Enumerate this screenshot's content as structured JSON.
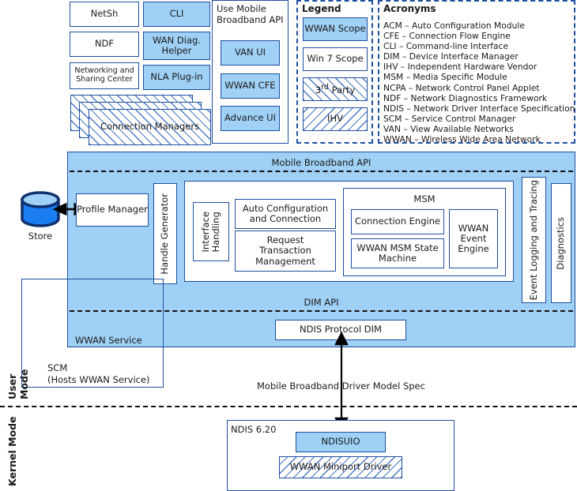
{
  "top": {
    "col1": [
      {
        "label": "NetSh",
        "style": "white"
      },
      {
        "label": "NDF",
        "style": "white"
      },
      {
        "label": "Networking and\nSharing Center",
        "style": "white-small"
      }
    ],
    "col2": [
      {
        "label": "CLI",
        "style": "blue"
      },
      {
        "label": "WAN Diag.\nHelper",
        "style": "blue"
      },
      {
        "label": "NLA Plug-in",
        "style": "blue"
      }
    ],
    "connection_managers": "Connection Managers",
    "use_api_panel": {
      "title": "Use Mobile\nBroadband API",
      "items": [
        "VAN UI",
        "WWAN CFE",
        "Advance UI"
      ]
    }
  },
  "legend": {
    "title": "Legend",
    "items": [
      {
        "label": "WWAN Scope",
        "style": "blue"
      },
      {
        "label": "Win 7 Scope",
        "style": "white"
      },
      {
        "label": "3rd Party",
        "style": "hatch-a"
      },
      {
        "label": "IHV",
        "style": "hatch-b"
      }
    ]
  },
  "acronyms": {
    "title": "Acronyms",
    "entries": [
      "ACM – Auto Configuration Module",
      "CFE – Connection Flow Engine",
      "CLI – Command-line Interface",
      "DIM – Device Interface Manager",
      "IHV – Independent Hardware Vendor",
      "MSM – Media Specific Module",
      "NCPA – Network Control Panel Applet",
      "NDF – Network Diagnostics Framework",
      "NDIS – Network Driver Interface Specification",
      "SCM – Service Control Manager",
      "VAN – View Available Networks",
      "WWAN – Wireless Wide Area Network"
    ]
  },
  "service": {
    "api_title": "Mobile Broadband API",
    "dim_api_title": "DIM API",
    "service_label": "WWAN Service",
    "store_label": "Store",
    "profile_manager": "Profile Manager",
    "handle_generator": "Handle Generator",
    "interface_handling": "Interface\nHandling",
    "auto_config": "Auto Configuration\nand Connection",
    "request_txn": "Request\nTransaction\nManagement",
    "msm_title": "MSM",
    "connection_engine": "Connection Engine",
    "state_machine": "WWAN MSM State\nMachine",
    "event_engine": "WWAN\nEvent\nEngine",
    "event_logging": "Event Logging and Tracing",
    "diagnostics": "Diagnostics",
    "ndis_protocol_dim": "NDIS Protocol DIM"
  },
  "scm": {
    "label": "SCM\n(Hosts WWAN Service)"
  },
  "modes": {
    "user": "User Mode",
    "kernel": "Kernel Mode",
    "driver_spec": "Mobile Broadband Driver Model Spec"
  },
  "kernel": {
    "ndis_version": "NDIS 6.20",
    "ndisuio": "NDISUIO",
    "miniport": "WWAN Miniport Driver"
  },
  "colors": {
    "blue_fill": "#9FD0F5",
    "border": "#1F4E9D",
    "store_body": "#1a7ef0",
    "store_top": "#9FD0F5",
    "hatch_line": "#4a78c4"
  }
}
